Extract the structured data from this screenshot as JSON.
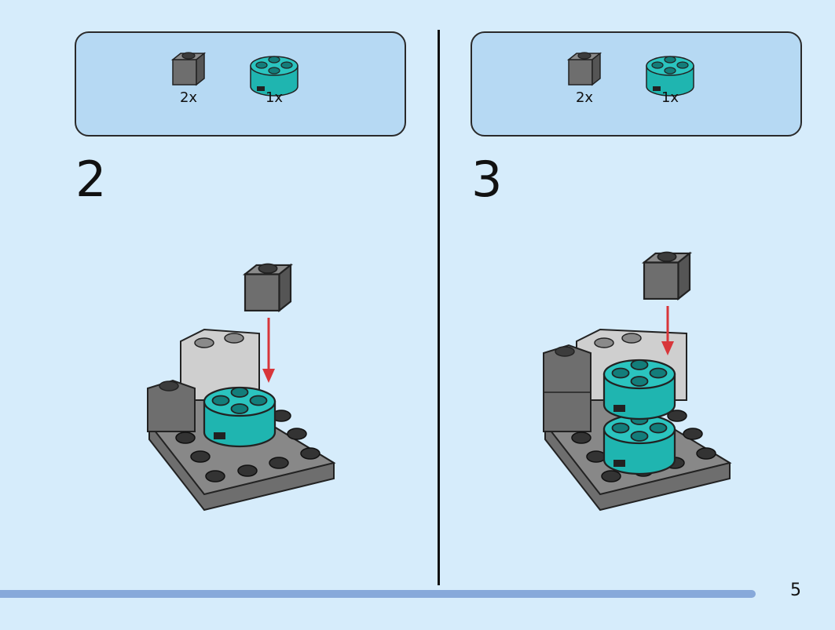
{
  "steps": [
    {
      "number": "2",
      "parts": [
        {
          "icon": "gray-brick-1x1-icon",
          "qty": "2x",
          "color": "#6e6e6e"
        },
        {
          "icon": "teal-round-brick-2x2-icon",
          "qty": "1x",
          "color": "#1fb5b0"
        }
      ]
    },
    {
      "number": "3",
      "parts": [
        {
          "icon": "gray-brick-1x1-icon",
          "qty": "2x",
          "color": "#6e6e6e"
        },
        {
          "icon": "teal-round-brick-2x2-icon",
          "qty": "1x",
          "color": "#1fb5b0"
        }
      ]
    }
  ],
  "page_number": "5",
  "colors": {
    "background": "#d6ecfb",
    "parts_box": "#b6d9f3",
    "progress": "#87a9da",
    "arrow": "#d8363a",
    "teal": "#1fb5b0",
    "dark_gray": "#6e6e6e",
    "light_gray": "#c8c8c8"
  }
}
